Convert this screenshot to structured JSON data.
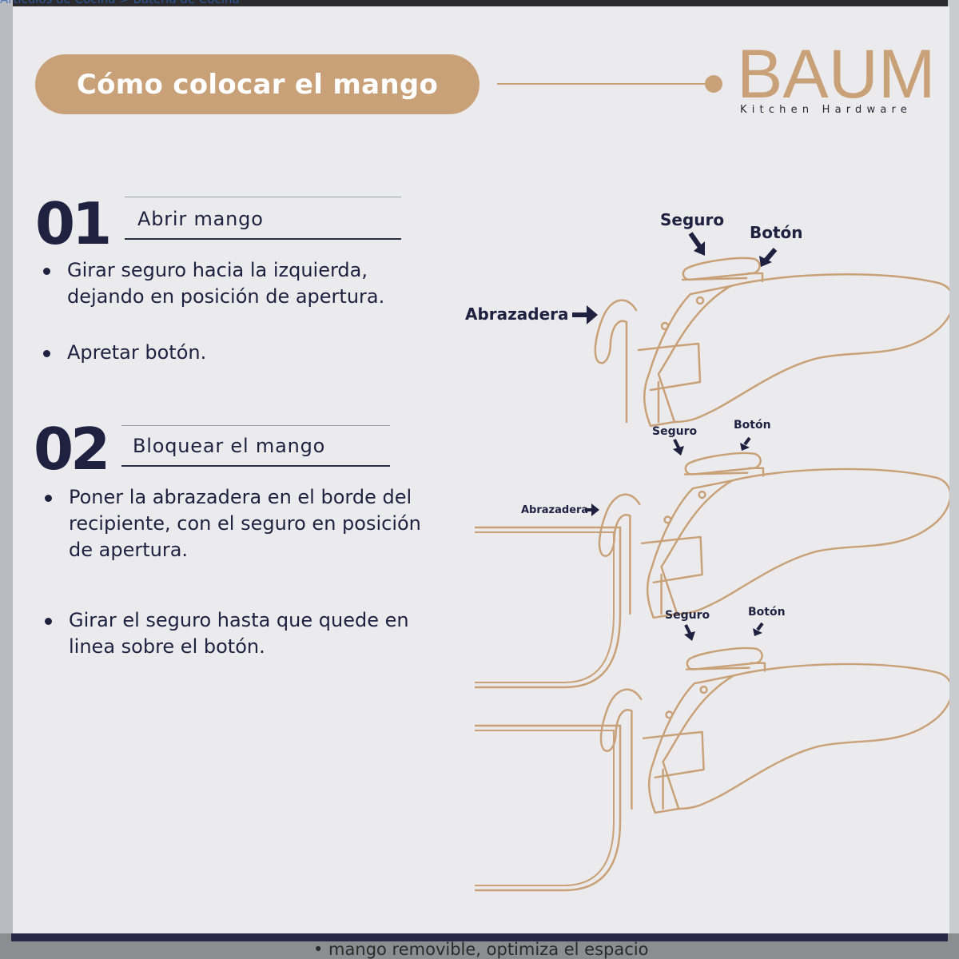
{
  "backdrop": {
    "breadcrumb": "Artículos de Cocina  >  Batería de Cocina",
    "bottom_text": "•  mango removible, optimiza el espacio"
  },
  "header": {
    "title": "Cómo colocar el mango",
    "brand_name": "BAUM",
    "brand_tagline": "Kitchen Hardware"
  },
  "steps": [
    {
      "number": "01",
      "title": "Abrir mango",
      "bullets": [
        "Girar seguro hacia la izquierda, dejando en posición de apertura.",
        "Apretar botón."
      ]
    },
    {
      "number": "02",
      "title": "Bloquear el mango",
      "bullets": [
        "Poner la abrazadera en el borde del recipiente, con el seguro en posición de apertura.",
        "Girar el seguro hasta que quede en linea sobre el botón."
      ]
    }
  ],
  "illustration_labels": {
    "lock": "Seguro",
    "button": "Botón",
    "clamp": "Abrazadera"
  },
  "colors": {
    "accent": "#c9a178",
    "navy": "#1e2140",
    "panel": "#ebebed"
  }
}
